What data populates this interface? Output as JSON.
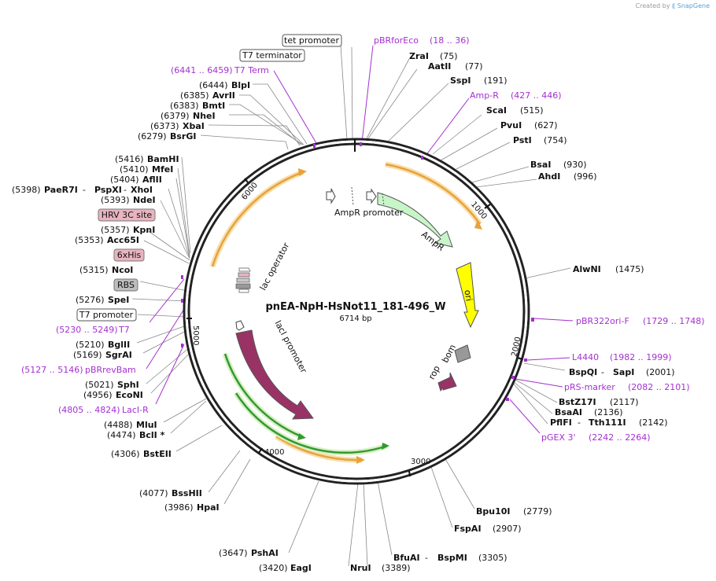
{
  "credit": {
    "prefix": "Created by",
    "brand": "SnapGene"
  },
  "plasmid": {
    "name": "pnEA-NpH-HsNot11_181-496_W",
    "size": "6714 bp"
  },
  "ticks": [
    "1000",
    "2000",
    "3000",
    "4000",
    "5000",
    "6000"
  ],
  "features": {
    "tet_promoter": "tet promoter",
    "t7_terminator": "T7 terminator",
    "hrv": "HRV 3C site",
    "his": "6xHis",
    "rbs": "RBS",
    "t7_promoter": "T7 promoter",
    "ampr_promoter": "AmpR promoter",
    "ampr": "AmpR",
    "ori": "ori",
    "bom": "bom",
    "rop": "rop",
    "lac_operator": "lac operator",
    "laci_promoter": "lacI promoter",
    "laci": "lacI"
  },
  "primers": {
    "pbrforeco": {
      "name": "pBRforEco",
      "range": "(18 .. 36)"
    },
    "ampr_p": {
      "name": "Amp-R",
      "range": "(427 .. 446)"
    },
    "t7term": {
      "name": "T7 Term",
      "range": "(6441 .. 6459)"
    },
    "pbr322ori": {
      "name": "pBR322ori-F",
      "range": "(1729 .. 1748)"
    },
    "l4440": {
      "name": "L4440",
      "range": "(1982 .. 1999)"
    },
    "prs": {
      "name": "pRS-marker",
      "range": "(2082 .. 2101)"
    },
    "pgex3": {
      "name": "pGEX 3'",
      "range": "(2242 .. 2264)"
    },
    "t7": {
      "name": "T7",
      "range": "(5230 .. 5249)"
    },
    "pbrrevbam": {
      "name": "pBRrevBam",
      "range": "(5127 .. 5146)"
    },
    "lacir": {
      "name": "LacI-R",
      "range": "(4805 .. 4824)"
    }
  },
  "sites": {
    "zrai": {
      "name": "ZraI",
      "pos": "(75)"
    },
    "aatii": {
      "name": "AatII",
      "pos": "(77)"
    },
    "sspi": {
      "name": "SspI",
      "pos": "(191)"
    },
    "scai": {
      "name": "ScaI",
      "pos": "(515)"
    },
    "pvui": {
      "name": "PvuI",
      "pos": "(627)"
    },
    "psti": {
      "name": "PstI",
      "pos": "(754)"
    },
    "bsai": {
      "name": "BsaI",
      "pos": "(930)"
    },
    "ahdi": {
      "name": "AhdI",
      "pos": "(996)"
    },
    "alwni": {
      "name": "AlwNI",
      "pos": "(1475)"
    },
    "bspqi": {
      "name": "BspQI",
      "sep": " - ",
      "name2": "SapI",
      "pos": "(2001)"
    },
    "bstz17i": {
      "name": "BstZ17I",
      "pos": "(2117)"
    },
    "bsaai": {
      "name": "BsaAI",
      "pos": "(2136)"
    },
    "pflfi": {
      "name": "PflFI",
      "sep": " - ",
      "name2": "Tth111I",
      "pos": "(2142)"
    },
    "bpu10i": {
      "name": "Bpu10I",
      "pos": "(2779)"
    },
    "fspai": {
      "name": "FspAI",
      "pos": "(2907)"
    },
    "bfuai": {
      "name": "BfuAI",
      "sep": " - ",
      "name2": "BspMI",
      "pos": "(3305)"
    },
    "nrui": {
      "name": "NruI",
      "pos": "(3389)"
    },
    "eagi": {
      "name": "EagI",
      "pos": "(3420)"
    },
    "pshai": {
      "name": "PshAI",
      "pos": "(3647)"
    },
    "hpai": {
      "name": "HpaI",
      "pos": "(3986)"
    },
    "bsshii": {
      "name": "BssHII",
      "pos": "(4077)"
    },
    "bsteii": {
      "name": "BstEII",
      "pos": "(4306)"
    },
    "bcli": {
      "name": "BclI *",
      "pos": "(4474)"
    },
    "mlui": {
      "name": "MluI",
      "pos": "(4488)"
    },
    "econi": {
      "name": "EcoNI",
      "pos": "(4956)"
    },
    "sphi": {
      "name": "SphI",
      "pos": "(5021)"
    },
    "sgrai": {
      "name": "SgrAI",
      "pos": "(5169)"
    },
    "bglii": {
      "name": "BglII",
      "pos": "(5210)"
    },
    "spei": {
      "name": "SpeI",
      "pos": "(5276)"
    },
    "ncoi": {
      "name": "NcoI",
      "pos": "(5315)"
    },
    "acc65i": {
      "name": "Acc65I",
      "pos": "(5353)"
    },
    "kpni": {
      "name": "KpnI",
      "pos": "(5357)"
    },
    "ndei": {
      "name": "NdeI",
      "pos": "(5393)"
    },
    "paer7i": {
      "name": "PaeR7I",
      "sep": " - ",
      "name2": "PspXI",
      "sep2": " - ",
      "name3": "XhoI",
      "pos": "(5398)"
    },
    "aflii": {
      "name": "AflII",
      "pos": "(5404)"
    },
    "mfei": {
      "name": "MfeI",
      "pos": "(5410)"
    },
    "bamhi": {
      "name": "BamHI",
      "pos": "(5416)"
    },
    "bsrgi": {
      "name": "BsrGI",
      "pos": "(6279)"
    },
    "xbai": {
      "name": "XbaI",
      "pos": "(6373)"
    },
    "nhei": {
      "name": "NheI",
      "pos": "(6379)"
    },
    "bmti": {
      "name": "BmtI",
      "pos": "(6383)"
    },
    "avrii": {
      "name": "AvrII",
      "pos": "(6385)"
    },
    "blpi": {
      "name": "BlpI",
      "pos": "(6444)"
    }
  },
  "colors": {
    "backbone": "#222222",
    "primer": "#a430d0",
    "ampr": "#c8f5c8",
    "ori": "#ffff00",
    "laci": "#993366",
    "bom": "#999999",
    "orf_orange": "#e8a23a",
    "orf_green": "#339933",
    "label_box": "#e8b4c0"
  }
}
